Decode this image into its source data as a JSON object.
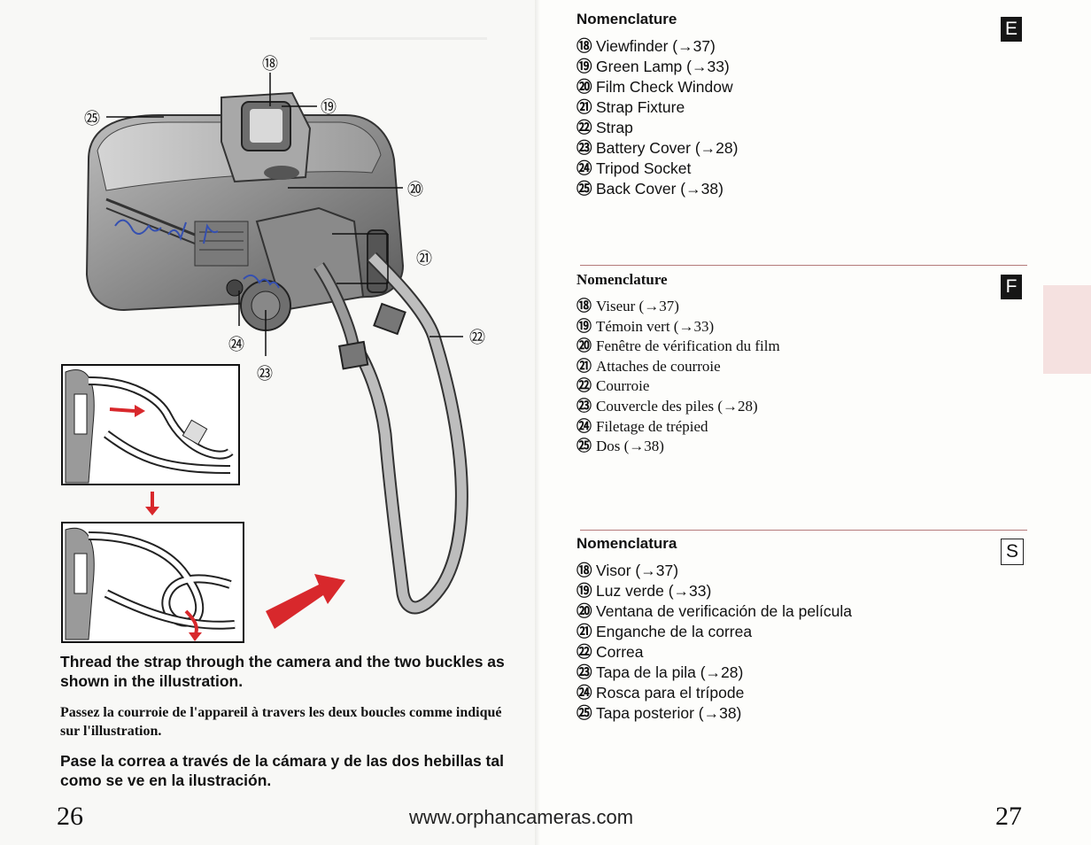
{
  "left_page": {
    "captions": {
      "english": "Thread the strap through the camera and the two buckles as shown in the illustration.",
      "french": "Passez la courroie de l'appareil à travers les deux boucles comme indiqué sur l'illustration.",
      "spanish": "Pase la correa a través de la cámara y de las dos hebillas tal como se ve en la ilustración."
    },
    "illustration": {
      "callouts": {
        "n18": "⑱",
        "n19": "⑲",
        "n20": "⑳",
        "n21": "㉑",
        "n22": "㉒",
        "n23": "㉓",
        "n24": "㉔",
        "n25": "㉕"
      }
    },
    "page_number": "26"
  },
  "footer_url": "www.orphancameras.com",
  "right_page": {
    "page_number": "27",
    "english": {
      "heading": "Nomenclature",
      "lang_box": "E",
      "items": [
        {
          "num": "⑱",
          "label": "Viewfinder (→37)"
        },
        {
          "num": "⑲",
          "label": "Green Lamp (→33)"
        },
        {
          "num": "⑳",
          "label": "Film Check Window"
        },
        {
          "num": "㉑",
          "label": "Strap Fixture"
        },
        {
          "num": "㉒",
          "label": "Strap"
        },
        {
          "num": "㉓",
          "label": "Battery Cover (→28)"
        },
        {
          "num": "㉔",
          "label": "Tripod Socket"
        },
        {
          "num": "㉕",
          "label": "Back Cover (→38)"
        }
      ]
    },
    "french": {
      "heading": "Nomenclature",
      "lang_box": "F",
      "items": [
        {
          "num": "⑱",
          "label": "Viseur (→37)"
        },
        {
          "num": "⑲",
          "label": "Témoin vert (→33)"
        },
        {
          "num": "⑳",
          "label": "Fenêtre de vérification du film"
        },
        {
          "num": "㉑",
          "label": "Attaches de courroie"
        },
        {
          "num": "㉒",
          "label": "Courroie"
        },
        {
          "num": "㉓",
          "label": "Couvercle des piles (→28)"
        },
        {
          "num": "㉔",
          "label": "Filetage de trépied"
        },
        {
          "num": "㉕",
          "label": "Dos (→38)"
        }
      ]
    },
    "spanish": {
      "heading": "Nomenclatura",
      "lang_box": "S",
      "items": [
        {
          "num": "⑱",
          "label": "Visor (→37)"
        },
        {
          "num": "⑲",
          "label": "Luz verde (→33)"
        },
        {
          "num": "⑳",
          "label": "Ventana de verificación de la película"
        },
        {
          "num": "㉑",
          "label": "Enganche de la correa"
        },
        {
          "num": "㉒",
          "label": "Correa"
        },
        {
          "num": "㉓",
          "label": "Tapa de la pila (→28)"
        },
        {
          "num": "㉔",
          "label": "Rosca para el trípode"
        },
        {
          "num": "㉕",
          "label": "Tapa posterior (→38)"
        }
      ]
    }
  },
  "colors": {
    "red_tab": "#f0cfcf",
    "divider": "#b57a7a",
    "arrow_red": "#d8282c",
    "ink": "#111111"
  }
}
